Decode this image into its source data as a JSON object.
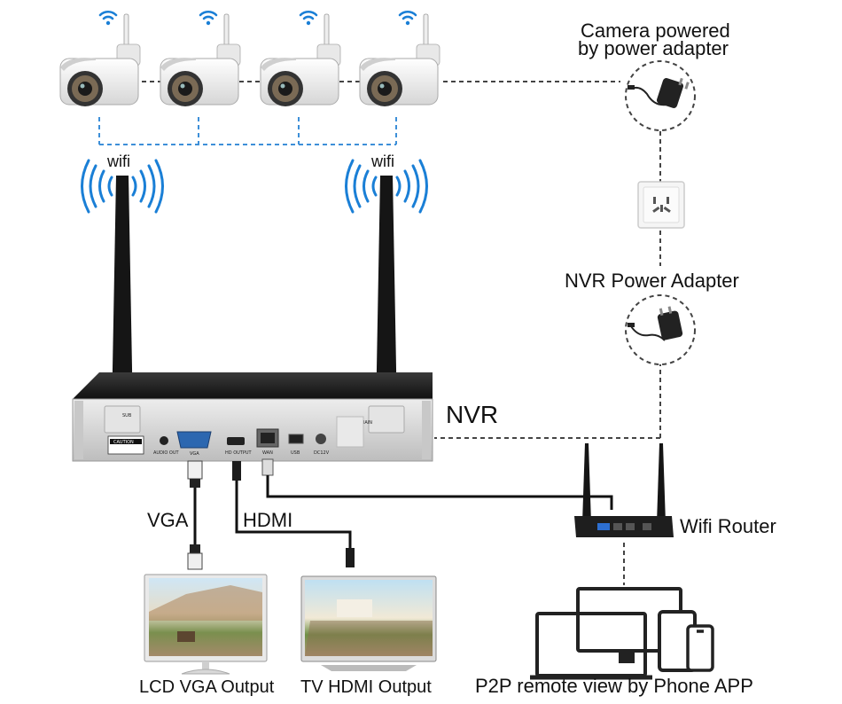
{
  "labels": {
    "camera_powered_line1": "Camera powered",
    "camera_powered_line2": "by power adapter",
    "wifi_left": "wifi",
    "wifi_right": "wifi",
    "nvr_power_adapter": "NVR Power Adapter",
    "nvr": "NVR",
    "vga": "VGA",
    "hdmi": "HDMI",
    "wifi_router": "Wifi Router",
    "lcd_vga_output": "LCD VGA Output",
    "tv_hdmi_output": "TV HDMI Output",
    "p2p_remote_view": "P2P remote view by Phone APP"
  },
  "nvr_panel": {
    "caution": "CAUTION",
    "audio_out": "AUDIO OUT",
    "vga_port": "VGA",
    "hd_output": "HD OUTPUT",
    "wan": "WAN",
    "usb": "USB",
    "dc12v": "DC12V",
    "sub": "SUB",
    "main": "MAIN"
  },
  "colors": {
    "wifi_blue": "#1a7fd6",
    "dash_gray": "#444444",
    "camera_link_blue": "#3d8fd8",
    "nvr_dark": "#1c1c1c",
    "nvr_silver": "#d9d9d9"
  },
  "icons": [
    "wifi-signal-icon",
    "power-adapter-icon",
    "wall-socket-icon",
    "camera-icon",
    "router-icon",
    "monitor-icon",
    "tv-icon",
    "laptop-icon",
    "tablet-icon",
    "phone-icon"
  ]
}
